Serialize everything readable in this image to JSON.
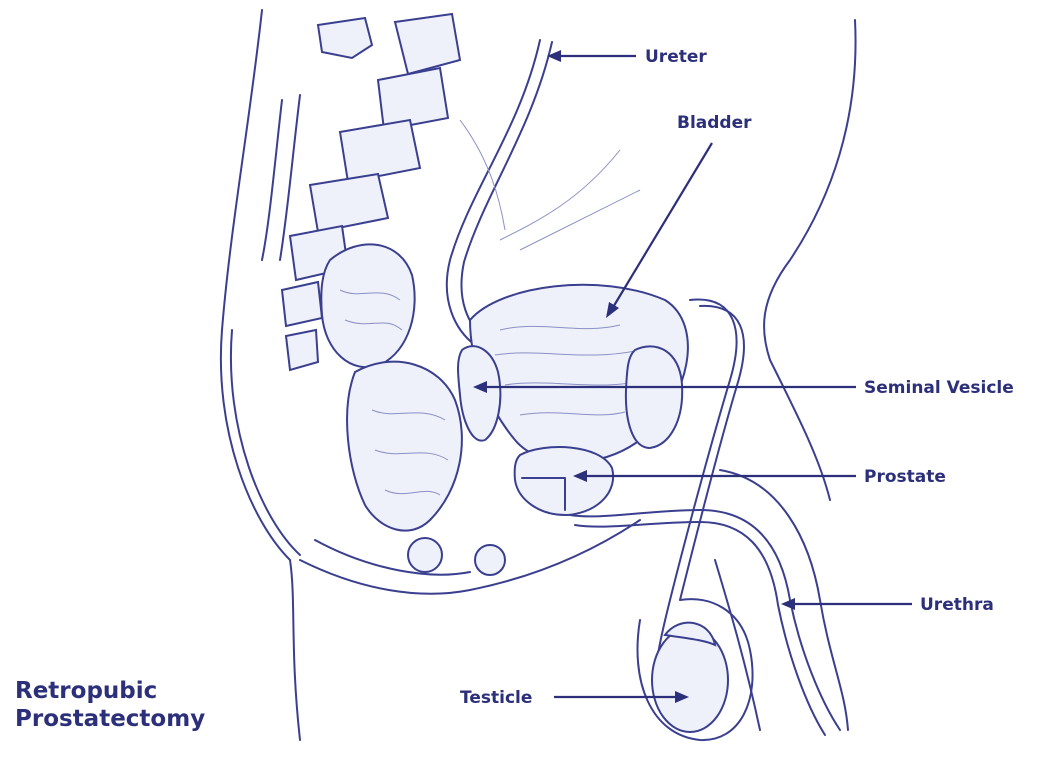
{
  "title": {
    "line1": "Retropubic",
    "line2": "Prostatectomy"
  },
  "labels": {
    "ureter": "Ureter",
    "bladder": "Bladder",
    "seminal_vesicle": "Seminal Vesicle",
    "prostate": "Prostate",
    "urethra": "Urethra",
    "testicle": "Testicle"
  },
  "colors": {
    "ink": "#2c2f7a",
    "outline": "#3a3f8f",
    "background": "#ffffff"
  }
}
